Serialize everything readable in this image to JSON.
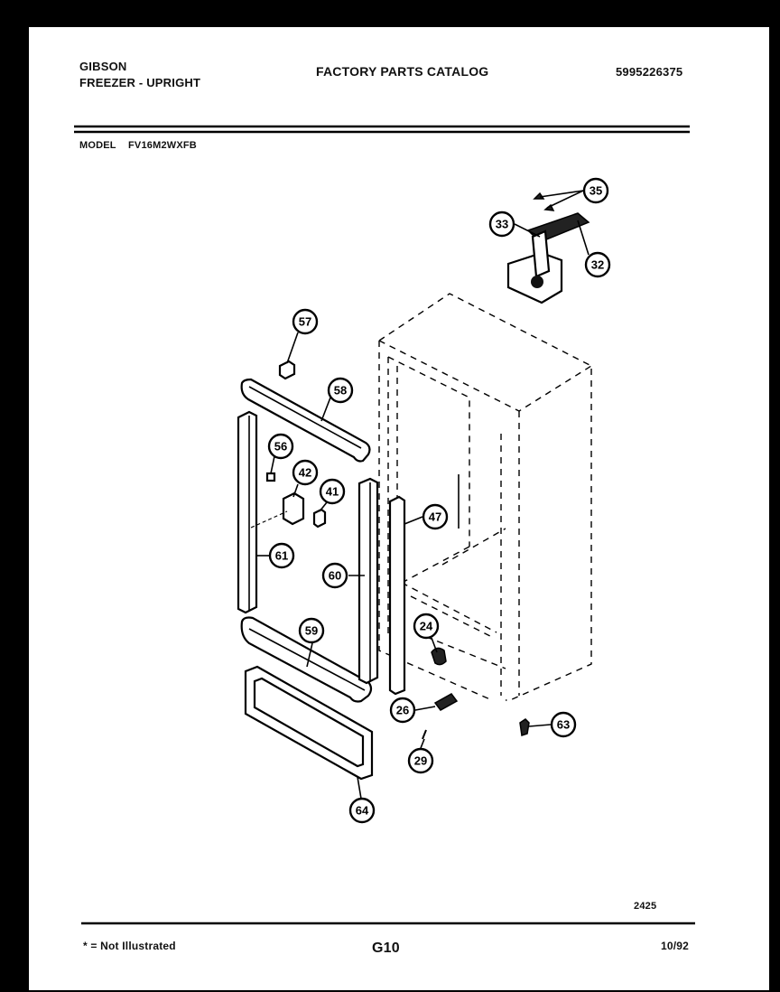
{
  "header": {
    "brand": "GIBSON",
    "product": "FREEZER - UPRIGHT",
    "catalog_title": "FACTORY PARTS CATALOG",
    "catalog_number": "5995226375",
    "model_label": "MODEL",
    "model_number": "FV16M2WXFB"
  },
  "footer": {
    "note": "* = Not Illustrated",
    "page": "G10",
    "date": "10/92",
    "drawing_number": "2425"
  },
  "callouts": [
    "35",
    "33",
    "32",
    "57",
    "58",
    "56",
    "42",
    "41",
    "61",
    "60",
    "47",
    "59",
    "24",
    "26",
    "29",
    "63",
    "64"
  ]
}
